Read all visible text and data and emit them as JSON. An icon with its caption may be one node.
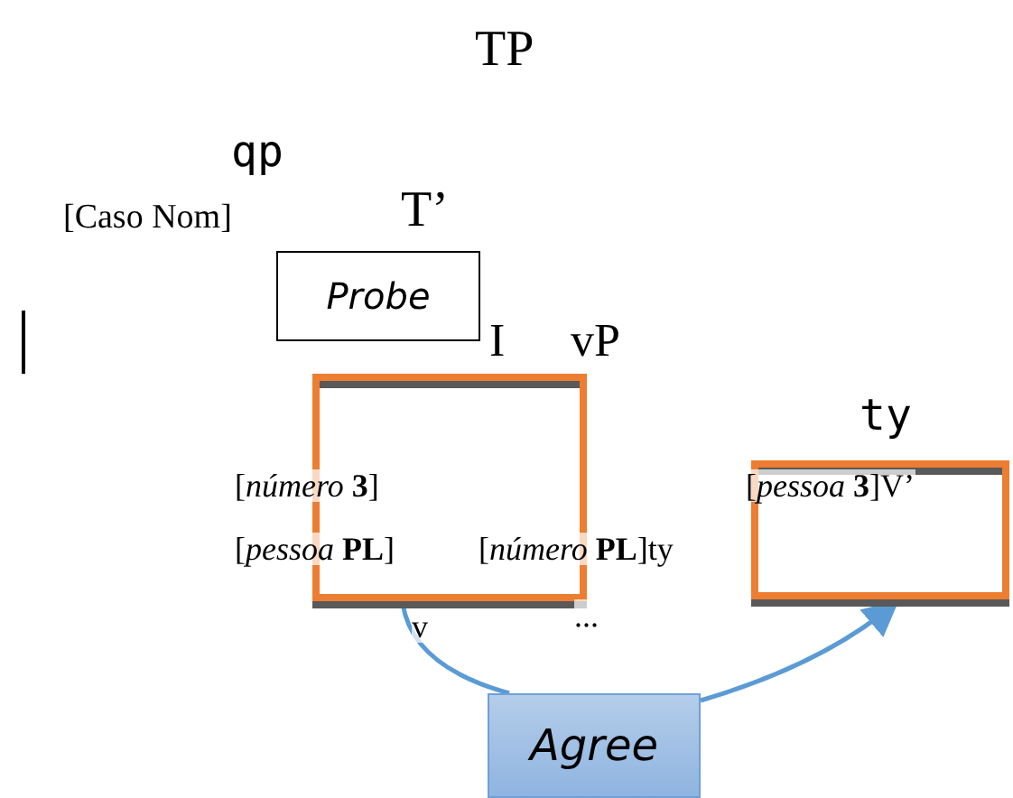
{
  "diagram": {
    "nodes": [
      {
        "text": [
          "Probe"
        ]
      },
      {
        "text": [],
        "shape": "box"
      },
      {
        "text": [],
        "shape": "box"
      },
      {
        "text": [
          "Agree"
        ]
      }
    ],
    "edges": [
      {
        "from": 1,
        "to": 3,
        "arrow": "none",
        "color": "#5b9bd5"
      },
      {
        "from": 3,
        "to": 2,
        "arrow": "to",
        "color": "#5b9bd5"
      }
    ],
    "labels": [
      "TP",
      "qp",
      "[Caso Nom]",
      "T’",
      "I",
      "vP",
      "ty",
      "[*número* **3**]",
      "[*pessoa* **3**]V’",
      "[*pessoa* **PL**]",
      "[*número* **PL**]ty",
      "v",
      "..."
    ]
  }
}
